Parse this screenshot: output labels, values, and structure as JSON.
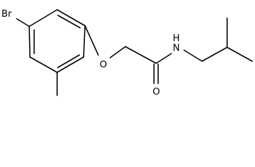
{
  "molecule": {
    "atoms": {
      "br": "Br",
      "o_ether": "O",
      "o_carbonyl": "O",
      "n": "N",
      "n_h": "H"
    }
  }
}
